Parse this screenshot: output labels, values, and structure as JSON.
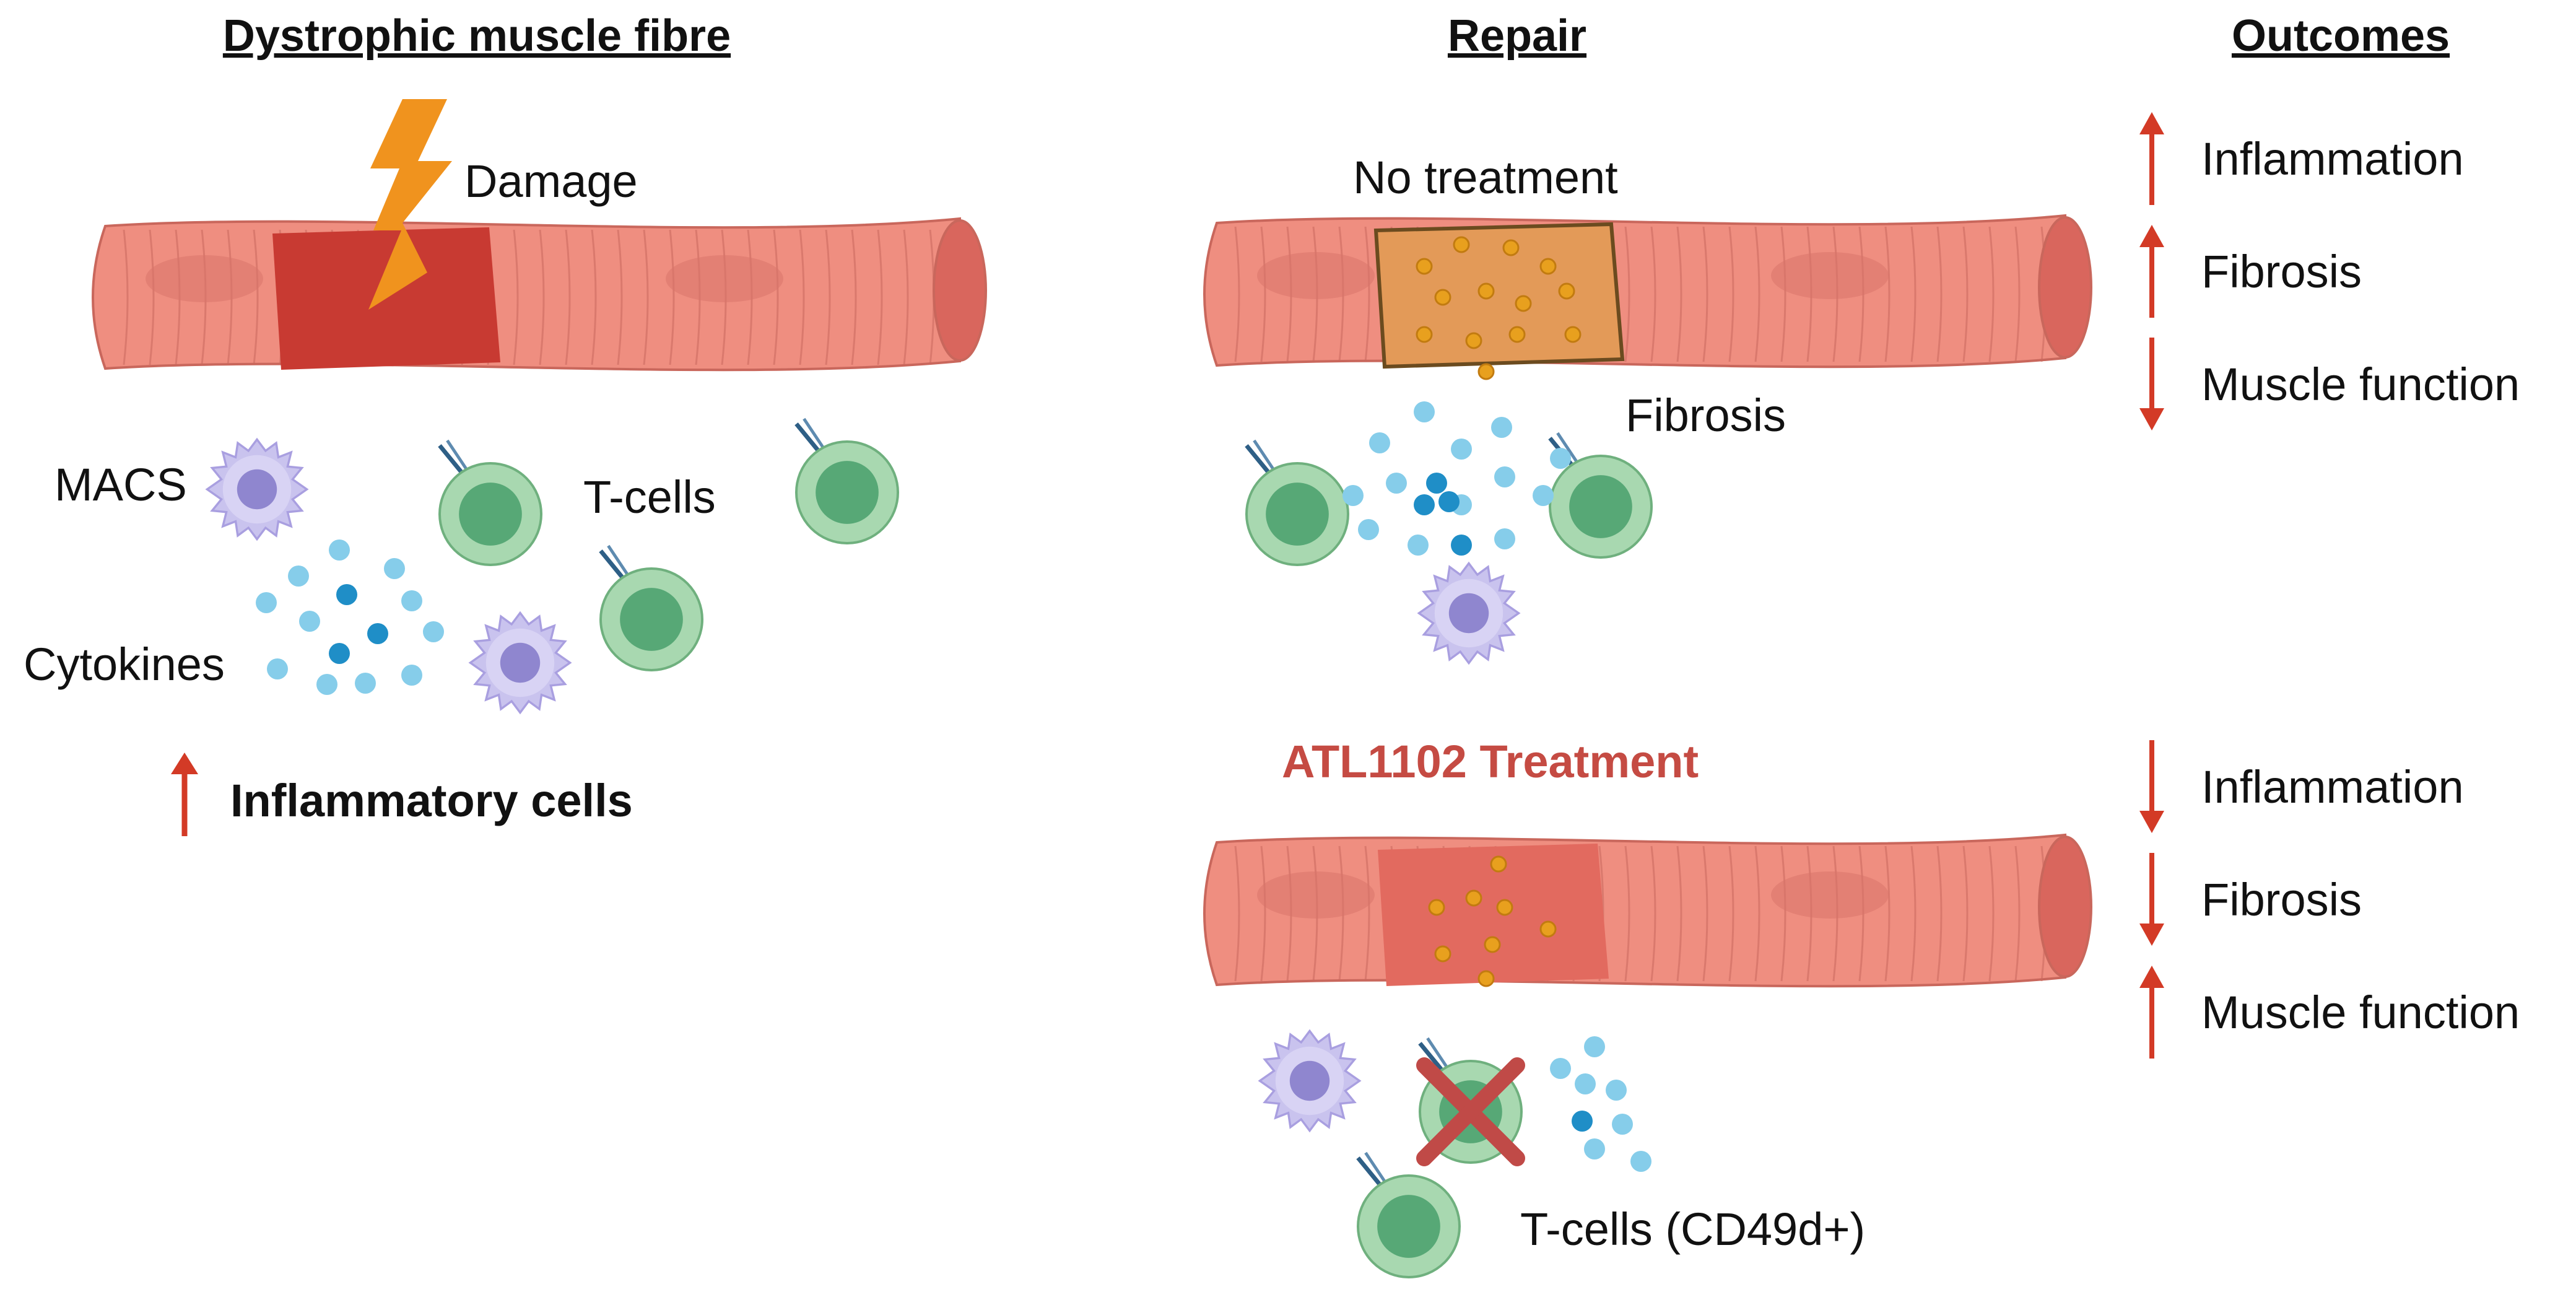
{
  "headers": {
    "left": "Dystrophic muscle fibre",
    "middle": "Repair",
    "right": "Outcomes"
  },
  "left_panel": {
    "damage_label": "Damage",
    "macs_label": "MACS",
    "tcells_label": "T-cells",
    "cytokines_label": "Cytokines",
    "summary_label": "Inflammatory cells"
  },
  "no_treatment": {
    "title": "No treatment",
    "fibrosis_label": "Fibrosis",
    "outcomes": [
      {
        "label": "Inflammation",
        "direction": "up"
      },
      {
        "label": "Fibrosis",
        "direction": "up"
      },
      {
        "label": "Muscle function",
        "direction": "down"
      }
    ]
  },
  "treatment": {
    "title": "ATL1102 Treatment",
    "tcells_label": "T-cells (CD49d+)",
    "outcomes": [
      {
        "label": "Inflammation",
        "direction": "down"
      },
      {
        "label": "Fibrosis",
        "direction": "down"
      },
      {
        "label": "Muscle function",
        "direction": "up"
      }
    ]
  },
  "colors": {
    "muscle": "#ef8e80",
    "muscle_line": "#c9675c",
    "damage": "#c83a32",
    "fibrosis_patch": "#e39a58",
    "lightning": "#f0931e",
    "macrophage": "#c9c3ee",
    "tcell": "#a8d8b0",
    "cytokine_light": "#86cdea",
    "cytokine_dark": "#1f8ec7",
    "arrow": "#d33a26",
    "treatment_text": "#c54b43"
  }
}
